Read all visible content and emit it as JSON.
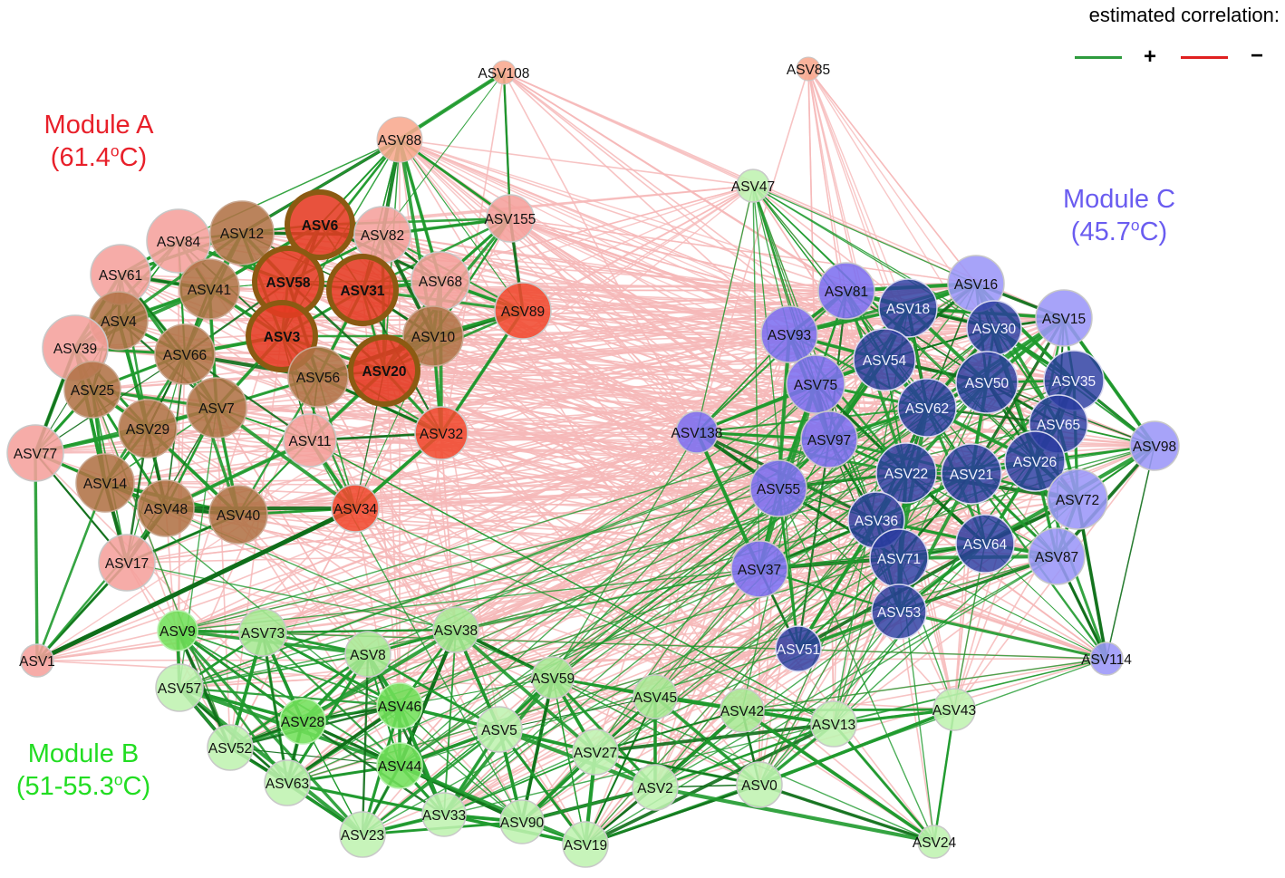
{
  "legend": {
    "title": "estimated correlation:",
    "positive_sign": "+",
    "negative_sign": "−",
    "positive_color": "#2e9b3e",
    "negative_color": "#e02020"
  },
  "modules": {
    "a": {
      "name": "Module A",
      "temp_open": "(61.4",
      "temp_sup": "o",
      "temp_close": "C)",
      "color": "#e8202a"
    },
    "b": {
      "name": "Module B",
      "temp_open": "(51-55.3",
      "temp_sup": "o",
      "temp_close": "C)",
      "color": "#22dd22"
    },
    "c": {
      "name": "Module C",
      "temp_open": "(45.7",
      "temp_sup": "o",
      "temp_close": "C)",
      "color": "#6a5cf0"
    }
  },
  "colors": {
    "module_a_fill": "#f5a19c",
    "module_a_core": "#f04a30",
    "module_a_hub": "#9c5a22",
    "module_b_fill": "#bff3b0",
    "module_b_hub": "#72e05a",
    "module_c_fill": "#9b96f8",
    "module_c_core": "#1e2e8a",
    "positive_edge": "#1f9a2e",
    "negative_edge": "#f6b9b9",
    "node_stroke": "#c8c8c8",
    "hub_ring": "#8b5a12"
  },
  "nodes": [
    {
      "id": "ASV108",
      "mod": "A",
      "style": "orange"
    },
    {
      "id": "ASV85",
      "mod": "A",
      "style": "orange"
    },
    {
      "id": "ASV88",
      "mod": "A",
      "style": "orange"
    },
    {
      "id": "ASV155",
      "mod": "A",
      "style": "light"
    },
    {
      "id": "ASV84",
      "mod": "A",
      "style": "light"
    },
    {
      "id": "ASV12",
      "mod": "A",
      "style": "brown"
    },
    {
      "id": "ASV6",
      "mod": "A",
      "style": "hub",
      "bold": true
    },
    {
      "id": "ASV82",
      "mod": "A",
      "style": "light"
    },
    {
      "id": "ASV61",
      "mod": "A",
      "style": "light"
    },
    {
      "id": "ASV41",
      "mod": "A",
      "style": "brown"
    },
    {
      "id": "ASV58",
      "mod": "A",
      "style": "hub",
      "bold": true
    },
    {
      "id": "ASV31",
      "mod": "A",
      "style": "hub",
      "bold": true
    },
    {
      "id": "ASV68",
      "mod": "A",
      "style": "light"
    },
    {
      "id": "ASV89",
      "mod": "A",
      "style": "red"
    },
    {
      "id": "ASV4",
      "mod": "A",
      "style": "brown"
    },
    {
      "id": "ASV39",
      "mod": "A",
      "style": "light"
    },
    {
      "id": "ASV66",
      "mod": "A",
      "style": "brown"
    },
    {
      "id": "ASV3",
      "mod": "A",
      "style": "hub",
      "bold": true
    },
    {
      "id": "ASV10",
      "mod": "A",
      "style": "brown"
    },
    {
      "id": "ASV20",
      "mod": "A",
      "style": "hub",
      "bold": true
    },
    {
      "id": "ASV56",
      "mod": "A",
      "style": "brown"
    },
    {
      "id": "ASV25",
      "mod": "A",
      "style": "brown"
    },
    {
      "id": "ASV7",
      "mod": "A",
      "style": "brown"
    },
    {
      "id": "ASV29",
      "mod": "A",
      "style": "brown"
    },
    {
      "id": "ASV11",
      "mod": "A",
      "style": "light"
    },
    {
      "id": "ASV32",
      "mod": "A",
      "style": "red"
    },
    {
      "id": "ASV77",
      "mod": "A",
      "style": "light"
    },
    {
      "id": "ASV14",
      "mod": "A",
      "style": "brown"
    },
    {
      "id": "ASV48",
      "mod": "A",
      "style": "brown"
    },
    {
      "id": "ASV40",
      "mod": "A",
      "style": "brown"
    },
    {
      "id": "ASV34",
      "mod": "A",
      "style": "red"
    },
    {
      "id": "ASV17",
      "mod": "A",
      "style": "light"
    },
    {
      "id": "ASV1",
      "mod": "A",
      "style": "light"
    },
    {
      "id": "ASV47",
      "mod": "B",
      "style": "light"
    },
    {
      "id": "ASV9",
      "mod": "B",
      "style": "hub"
    },
    {
      "id": "ASV73",
      "mod": "B",
      "style": "mid"
    },
    {
      "id": "ASV38",
      "mod": "B",
      "style": "mid"
    },
    {
      "id": "ASV8",
      "mod": "B",
      "style": "mid"
    },
    {
      "id": "ASV57",
      "mod": "B",
      "style": "light"
    },
    {
      "id": "ASV59",
      "mod": "B",
      "style": "mid"
    },
    {
      "id": "ASV45",
      "mod": "B",
      "style": "mid"
    },
    {
      "id": "ASV42",
      "mod": "B",
      "style": "mid"
    },
    {
      "id": "ASV13",
      "mod": "B",
      "style": "light"
    },
    {
      "id": "ASV43",
      "mod": "B",
      "style": "light"
    },
    {
      "id": "ASV46",
      "mod": "B",
      "style": "hub"
    },
    {
      "id": "ASV28",
      "mod": "B",
      "style": "hub"
    },
    {
      "id": "ASV52",
      "mod": "B",
      "style": "light"
    },
    {
      "id": "ASV5",
      "mod": "B",
      "style": "light"
    },
    {
      "id": "ASV27",
      "mod": "B",
      "style": "light"
    },
    {
      "id": "ASV44",
      "mod": "B",
      "style": "hub"
    },
    {
      "id": "ASV63",
      "mod": "B",
      "style": "light"
    },
    {
      "id": "ASV2",
      "mod": "B",
      "style": "light"
    },
    {
      "id": "ASV0",
      "mod": "B",
      "style": "light"
    },
    {
      "id": "ASV33",
      "mod": "B",
      "style": "light"
    },
    {
      "id": "ASV90",
      "mod": "B",
      "style": "light"
    },
    {
      "id": "ASV23",
      "mod": "B",
      "style": "light"
    },
    {
      "id": "ASV19",
      "mod": "B",
      "style": "light"
    },
    {
      "id": "ASV24",
      "mod": "B",
      "style": "light"
    },
    {
      "id": "ASV81",
      "mod": "C",
      "style": "mid"
    },
    {
      "id": "ASV16",
      "mod": "C",
      "style": "light"
    },
    {
      "id": "ASV18",
      "mod": "C",
      "style": "core"
    },
    {
      "id": "ASV30",
      "mod": "C",
      "style": "core"
    },
    {
      "id": "ASV15",
      "mod": "C",
      "style": "light"
    },
    {
      "id": "ASV93",
      "mod": "C",
      "style": "mid"
    },
    {
      "id": "ASV54",
      "mod": "C",
      "style": "core"
    },
    {
      "id": "ASV50",
      "mod": "C",
      "style": "core"
    },
    {
      "id": "ASV35",
      "mod": "C",
      "style": "core"
    },
    {
      "id": "ASV75",
      "mod": "C",
      "style": "mid"
    },
    {
      "id": "ASV62",
      "mod": "C",
      "style": "core"
    },
    {
      "id": "ASV65",
      "mod": "C",
      "style": "core"
    },
    {
      "id": "ASV138",
      "mod": "C",
      "style": "mid"
    },
    {
      "id": "ASV97",
      "mod": "C",
      "style": "mid"
    },
    {
      "id": "ASV98",
      "mod": "C",
      "style": "light"
    },
    {
      "id": "ASV22",
      "mod": "C",
      "style": "core"
    },
    {
      "id": "ASV21",
      "mod": "C",
      "style": "core"
    },
    {
      "id": "ASV26",
      "mod": "C",
      "style": "core"
    },
    {
      "id": "ASV55",
      "mod": "C",
      "style": "mid"
    },
    {
      "id": "ASV72",
      "mod": "C",
      "style": "light"
    },
    {
      "id": "ASV36",
      "mod": "C",
      "style": "core"
    },
    {
      "id": "ASV64",
      "mod": "C",
      "style": "core"
    },
    {
      "id": "ASV71",
      "mod": "C",
      "style": "core"
    },
    {
      "id": "ASV87",
      "mod": "C",
      "style": "light"
    },
    {
      "id": "ASV37",
      "mod": "C",
      "style": "mid"
    },
    {
      "id": "ASV53",
      "mod": "C",
      "style": "core"
    },
    {
      "id": "ASV51",
      "mod": "C",
      "style": "core"
    },
    {
      "id": "ASV114",
      "mod": "C",
      "style": "light"
    }
  ]
}
